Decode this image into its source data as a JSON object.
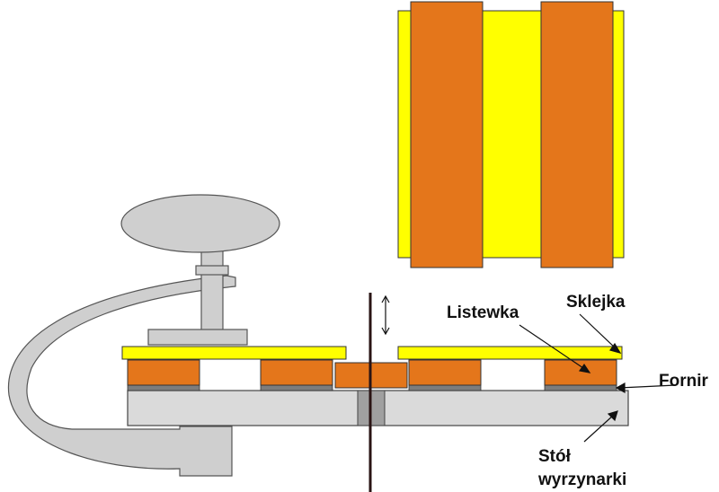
{
  "labels": {
    "listewka": "Listewka",
    "sklejka": "Sklejka",
    "fornir": "Fornir",
    "stol_line1": "Stół",
    "stol_line2": "wyrzynarki"
  },
  "colors": {
    "orange": "#E4761B",
    "yellow": "#FFFF00",
    "table_gray": "#DADADA",
    "clamp_gray": "#CFCFCF",
    "veneer_gray": "#7D7D7D",
    "outline": "#555555",
    "blade": "#2A1414"
  }
}
